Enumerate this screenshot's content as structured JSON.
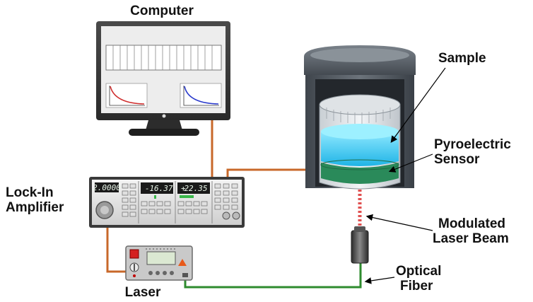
{
  "labels": {
    "computer": "Computer",
    "sample": "Sample",
    "sensor_line1": "Pyroelectric",
    "sensor_line2": "Sensor",
    "lockin_line1": "Lock-In",
    "lockin_line2": "Amplifier",
    "beam_line1": "Modulated",
    "beam_line2": "Laser Beam",
    "fiber_line1": "Optical",
    "fiber_line2": "Fiber",
    "laser": "Laser"
  },
  "lockin_display": {
    "channel_1": "2.0000",
    "channel_2": "16.37",
    "channel_3": "22.35"
  },
  "colors": {
    "signal_cable": "#c8682a",
    "optical_fiber": "#2e8b2e",
    "laser_beam": "#e05050",
    "sample_liquid": "#3ec8f0",
    "sensor": "#2a8a5a",
    "chamber": "#5a6068"
  }
}
